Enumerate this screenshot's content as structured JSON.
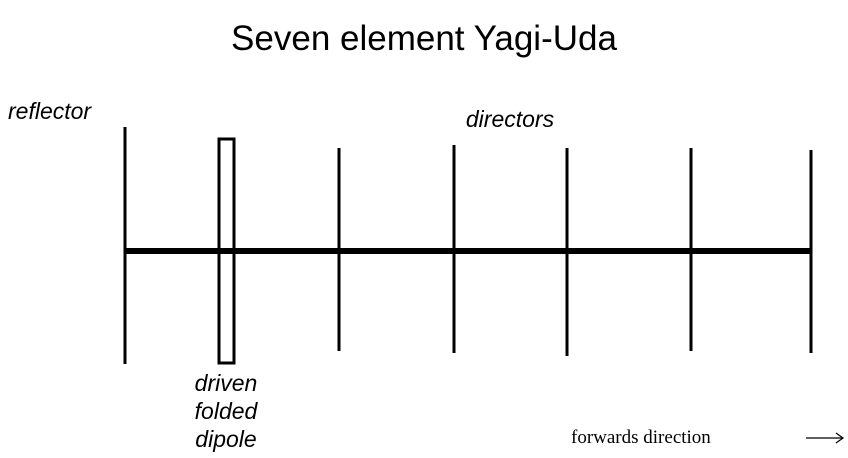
{
  "diagram": {
    "title": "Seven element Yagi-Uda",
    "labels": {
      "reflector": "reflector",
      "directors": "directors",
      "driven_line1": "driven",
      "driven_line2": "folded",
      "driven_line3": "dipole",
      "forwards": "forwards direction"
    },
    "elements": [
      {
        "name": "reflector"
      },
      {
        "name": "driven-folded-dipole"
      },
      {
        "name": "director-1"
      },
      {
        "name": "director-2"
      },
      {
        "name": "director-3"
      },
      {
        "name": "director-4"
      },
      {
        "name": "director-5"
      }
    ],
    "colors": {
      "stroke": "#000000",
      "background": "#ffffff"
    }
  }
}
